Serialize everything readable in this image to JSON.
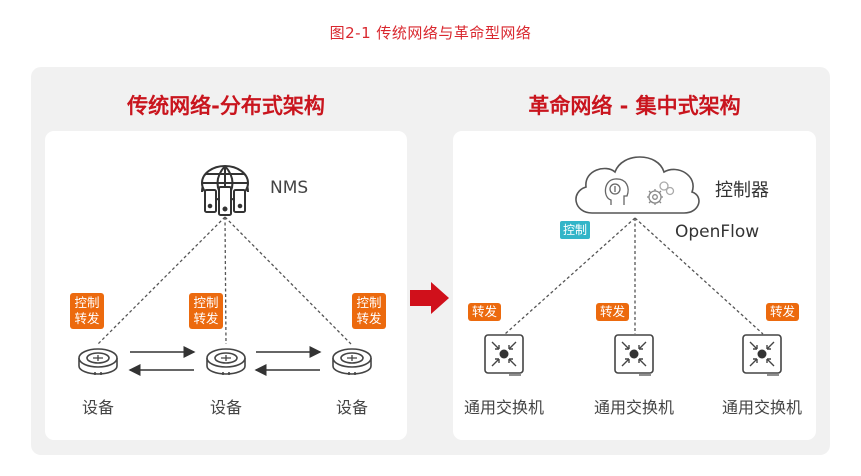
{
  "figure_title": "图2-1  传统网络与革命型网络",
  "left_panel": {
    "title": "传统网络-分布式架构",
    "nms_label": "NMS",
    "nms_icon": "globe-server-icon",
    "devices": [
      {
        "label": "设备",
        "badge": [
          "控制",
          "转发"
        ],
        "icon": "router-icon"
      },
      {
        "label": "设备",
        "badge": [
          "控制",
          "转发"
        ],
        "icon": "router-icon"
      },
      {
        "label": "设备",
        "badge": [
          "控制",
          "转发"
        ],
        "icon": "router-icon"
      }
    ]
  },
  "arrow": {
    "icon": "right-arrow-icon",
    "color": "#d0101b"
  },
  "right_panel": {
    "title": "革命网络 - 集中式架构",
    "controller_label": "控制器",
    "controller_icon": "cloud-brain-gear-icon",
    "control_badge": "控制",
    "protocol_label": "OpenFlow",
    "switches": [
      {
        "label": "通用交换机",
        "badge": "转发",
        "icon": "switch-icon"
      },
      {
        "label": "通用交换机",
        "badge": "转发",
        "icon": "switch-icon"
      },
      {
        "label": "通用交换机",
        "badge": "转发",
        "icon": "switch-icon"
      }
    ]
  },
  "colors": {
    "title_red": "#c9151e",
    "badge_orange": "#ec6a0e",
    "badge_teal": "#33b5c8",
    "panel_gray": "#f1f1f1"
  }
}
